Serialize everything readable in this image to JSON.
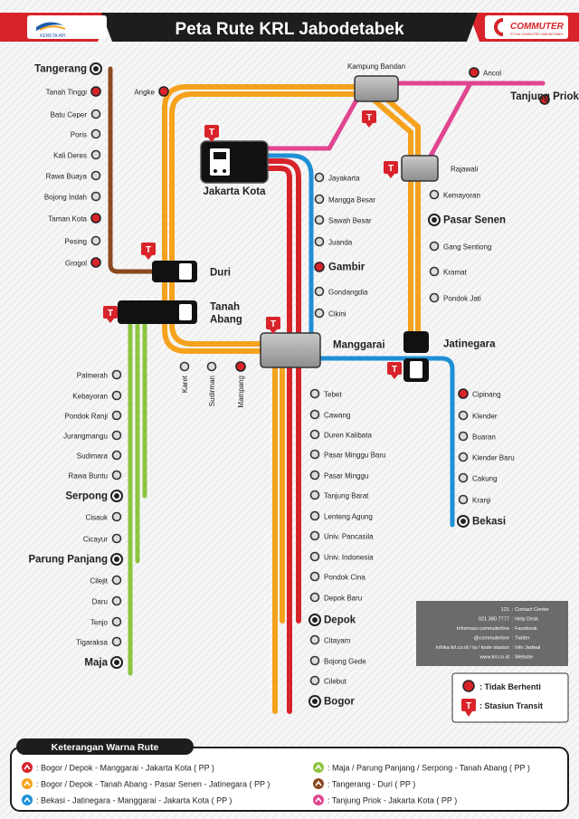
{
  "header": {
    "title": "Peta Rute KRL Jabodetabek",
    "logo_left": "KERETA API",
    "logo_right": "COMMUTER",
    "logo_right_sub": "PT KAI COMMUTER JABODETABEK"
  },
  "colors": {
    "red": "#d8232a",
    "orange": "#f6a21c",
    "blue": "#1f8fd6",
    "green": "#8cc63f",
    "brown": "#8b4a1f",
    "pink": "#e0468f",
    "dark": "#1d1d1d"
  },
  "stations": {
    "tangerang": "Tangerang",
    "tanah_tinggi": "Tanah Tinggi",
    "batu_ceper": "Batu Ceper",
    "poris": "Poris",
    "kali_deres": "Kali Deres",
    "rawa_buaya": "Rawa Buaya",
    "bojong_indah": "Bojong Indah",
    "taman_kota": "Taman Kota",
    "pesing": "Pesing",
    "grogol": "Grogol",
    "angke": "Angke",
    "duri": "Duri",
    "tanah_abang_1": "Tanah",
    "tanah_abang_2": "Abang",
    "palmerah": "Palmerah",
    "kebayoran": "Kebayoran",
    "pondok_ranji": "Pondok Ranji",
    "jurangmangu": "Jurangmangu",
    "sudimara": "Sudimara",
    "rawa_buntu": "Rawa Buntu",
    "serpong": "Serpong",
    "cisauk": "Cisauk",
    "cicayur": "Cicayur",
    "parung_panjang": "Parung Panjang",
    "cilejit": "Cilejit",
    "daru": "Daru",
    "tenjo": "Tenjo",
    "tigaraksa": "Tigaraksa",
    "maja": "Maja",
    "karet": "Karet",
    "sudirman": "Sudirman",
    "mampang": "Mampang",
    "jakarta_kota": "Jakarta Kota",
    "jayakarta": "Jayakarta",
    "mangga_besar": "Mangga Besar",
    "sawah_besar": "Sawah Besar",
    "juanda": "Juanda",
    "gambir": "Gambir",
    "gondangdia": "Gondangdia",
    "cikini": "Cikini",
    "manggarai": "Manggarai",
    "tebet": "Tebet",
    "cawang": "Cawang",
    "duren_kalibata": "Duren Kalibata",
    "pasar_minggu_baru": "Pasar Minggu Baru",
    "pasar_minggu": "Pasar Minggu",
    "tanjung_barat": "Tanjung Barat",
    "lenteng_agung": "Lenteng Agung",
    "univ_pancasila": "Univ. Pancasila",
    "univ_indonesia": "Univ. Indonesia",
    "pondok_cina": "Pondok Cina",
    "depok_baru": "Depok Baru",
    "depok": "Depok",
    "citayam": "Citayam",
    "bojong_gede": "Bojong Gede",
    "cilebut": "Cilebut",
    "bogor": "Bogor",
    "kampung_bandan": "Kampung Bandan",
    "ancol": "Ancol",
    "tanjung_priok": "Tanjung Priok",
    "rajawali": "Rajawali",
    "kemayoran": "Kemayoran",
    "pasar_senen": "Pasar Senen",
    "gang_sentiong": "Gang Sentiong",
    "kramat": "Kramat",
    "pondok_jati": "Pondok Jati",
    "jatinegara": "Jatinegara",
    "cipinang": "Cipinang",
    "klender": "Klender",
    "buaran": "Buaran",
    "klender_baru": "Klender Baru",
    "cakung": "Cakung",
    "kranji": "Kranji",
    "bekasi": "Bekasi"
  },
  "info": {
    "lines": [
      {
        "key": "121",
        "value": ": Contact Center"
      },
      {
        "key": "021 380 7777",
        "value": ": Help Desk"
      },
      {
        "key": "Informasi commuterline",
        "value": ": Facebook"
      },
      {
        "key": "@commuterline",
        "value": ": Twitter"
      },
      {
        "key": "infoka krl.co.id / ta / kode stasiun",
        "value": ": Info Jadwal"
      },
      {
        "key": "www.krl.co.id",
        "value": ": Website"
      }
    ]
  },
  "legend_small": {
    "tidak_berhenti": ": Tidak Berhenti",
    "stasiun_transit": ": Stasiun Transit"
  },
  "route_legend": {
    "title": "Keterangan Warna Rute",
    "items": [
      {
        "label": ": Bogor / Depok - Manggarai - Jakarta Kota ( PP )",
        "color": "#d8232a"
      },
      {
        "label": ": Maja / Parung Panjang / Serpong - Tanah Abang ( PP )",
        "color": "#8cc63f"
      },
      {
        "label": ": Bogor / Depok - Tanah Abang - Pasar Senen - Jatinegara ( PP )",
        "color": "#f6a21c"
      },
      {
        "label": ": Tangerang - Duri ( PP )",
        "color": "#8b4a1f"
      },
      {
        "label": ": Bekasi - Jatinegara - Manggarai - Jakarta Kota ( PP )",
        "color": "#1f8fd6"
      },
      {
        "label": ": Tanjung Priok - Jakarta Kota ( PP )",
        "color": "#e0468f"
      }
    ]
  }
}
